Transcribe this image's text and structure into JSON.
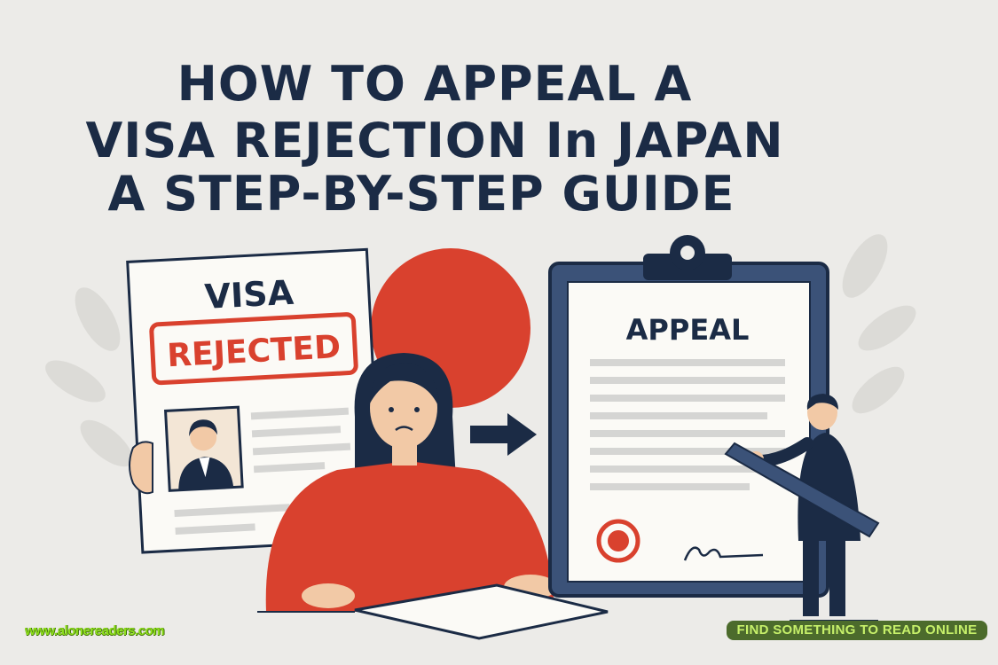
{
  "title": {
    "line1": "HOW TO APPEAL A",
    "line2": "VISA REJECTION In JAPAN",
    "line3": "A STEP-BY-STEP GUIDE"
  },
  "illustration": {
    "visa_doc_heading": "VISA",
    "rejected_stamp": "REJECTED",
    "appeal_heading": "APPEAL"
  },
  "footer": {
    "site_url": "www.alonereaders.com",
    "badge": "FIND SOMETHING TO READ ONLINE"
  },
  "colors": {
    "navy": "#1b2b45",
    "red": "#d9412e",
    "background": "#ecebe8",
    "badge_green": "#4c6b2c"
  }
}
